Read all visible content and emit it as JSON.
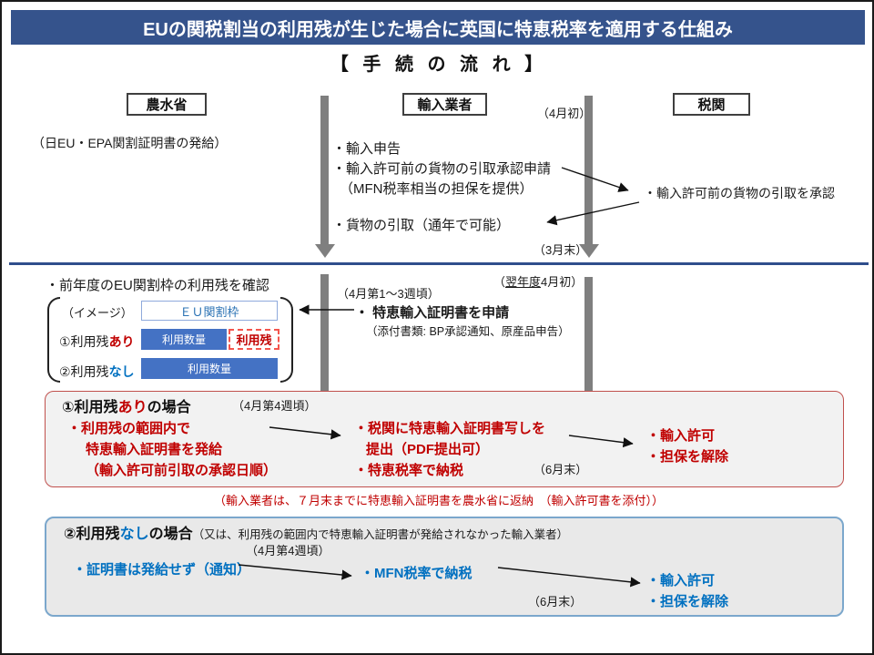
{
  "title": "EUの関税割当の利用残が生じた場合に英国に特恵税率を適用する仕組み",
  "subtitle": "【 手 続 の 流 れ 】",
  "actors": {
    "maff": "農水省",
    "importer": "輸入業者",
    "customs": "税関"
  },
  "phase1": {
    "maff_note": "（日EU・EPA関割証明書の発給）",
    "importer_line1": "・輸入申告",
    "importer_line2": "・輸入許可前の貨物の引取承認申請",
    "importer_line3": "（MFN税率相当の担保を提供）",
    "importer_line4": "・貨物の引取（通年で可能）",
    "customs_line": "・輸入許可前の貨物の引取を承認",
    "label_april": "（4月初）",
    "label_march": "（3月末）"
  },
  "phase2": {
    "check_line": "・前年度のEU関割枠の利用残を確認",
    "image_label": "（イメージ）",
    "quota_box": "ＥＵ関割枠",
    "row1_black": "①利用残",
    "row1_colored": "あり",
    "row2_black": "②利用残",
    "row2_colored": "なし",
    "bar_label": "利用数量",
    "remainder_label": "利用残",
    "label_next_fy_open": "（",
    "label_next_fy_underline": "翌年度",
    "label_next_fy_rest": "4月初）",
    "label_weeks": "（4月第1～3週頃）",
    "apply_line": "・ 特恵輸入証明書を申請",
    "apply_note": "（添付書類: BP承認通知、原産品申告）"
  },
  "case1": {
    "title_black": "①利用残",
    "title_colored": "あり",
    "title_rest": "の場合",
    "label_week4": "（4月第4週頃）",
    "left1": "・利用残の範囲内で",
    "left2": "特恵輸入証明書を発給",
    "left3": "（輸入許可前引取の承認日順）",
    "mid1": "・税関に特恵輸入証明書写しを",
    "mid2": "提出（PDF提出可）",
    "mid3": "・特恵税率で納税",
    "right1": "・輸入許可",
    "right2": "・担保を解除",
    "label_june": "（6月末）",
    "return_note": "（輸入業者は、７月末までに特恵輸入証明書を農水省に返納　（輸入許可書を添付））"
  },
  "case2": {
    "title_black": "②利用残",
    "title_colored": "なし",
    "title_rest": "の場合",
    "title_note": "（又は、利用残の範囲内で特恵輸入証明書が発給されなかった輸入業者）",
    "label_week4": "（4月第4週頃）",
    "item1": "・証明書は発給せず（通知）",
    "item2": "・MFN税率で納税",
    "right1": "・輸入許可",
    "right2": "・担保を解除",
    "label_june": "（6月末）"
  },
  "colors": {
    "title_bar_bg": "#35538C",
    "divider_blue": "#2F4E8C",
    "quota_bar_blue": "#4472C4",
    "quota_text_blue": "#2E74B5",
    "red_text": "#C00000",
    "case1_border": "#C0504D",
    "blue_text": "#0070C0",
    "case2_border": "#7BA7CC",
    "arrow_gray": "#7F7F7F"
  }
}
